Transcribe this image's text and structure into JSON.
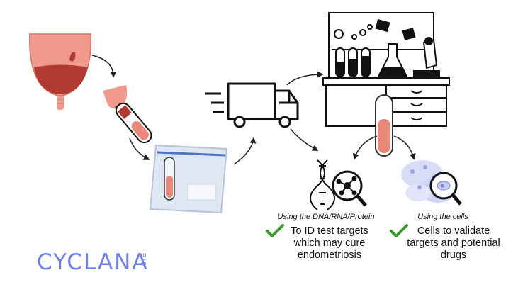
{
  "captions": {
    "dna": {
      "subtitle": "Using the DNA/RNA/Protein",
      "text": [
        "To ID test targets",
        "which may cure",
        "endometriosis"
      ]
    },
    "cells": {
      "subtitle": "Using the cells",
      "text": [
        "Cells to validate",
        "targets and potential",
        "drugs"
      ]
    }
  },
  "logo": {
    "main": "CYCLANA",
    "sub": "BIO"
  },
  "icons": [
    "menstrual-cup-icon",
    "small-cup-icon",
    "sample-tube-icon",
    "ziplock-bag-icon",
    "delivery-truck-icon",
    "laboratory-icon",
    "test-tube-icon",
    "dna-magnifier-icon",
    "cells-magnifier-icon",
    "check-icon"
  ],
  "colors": {
    "brand": "#6f7fe8",
    "salmon": "#e8877a",
    "blood": "#b33a3a",
    "check": "#3a9a2a"
  }
}
